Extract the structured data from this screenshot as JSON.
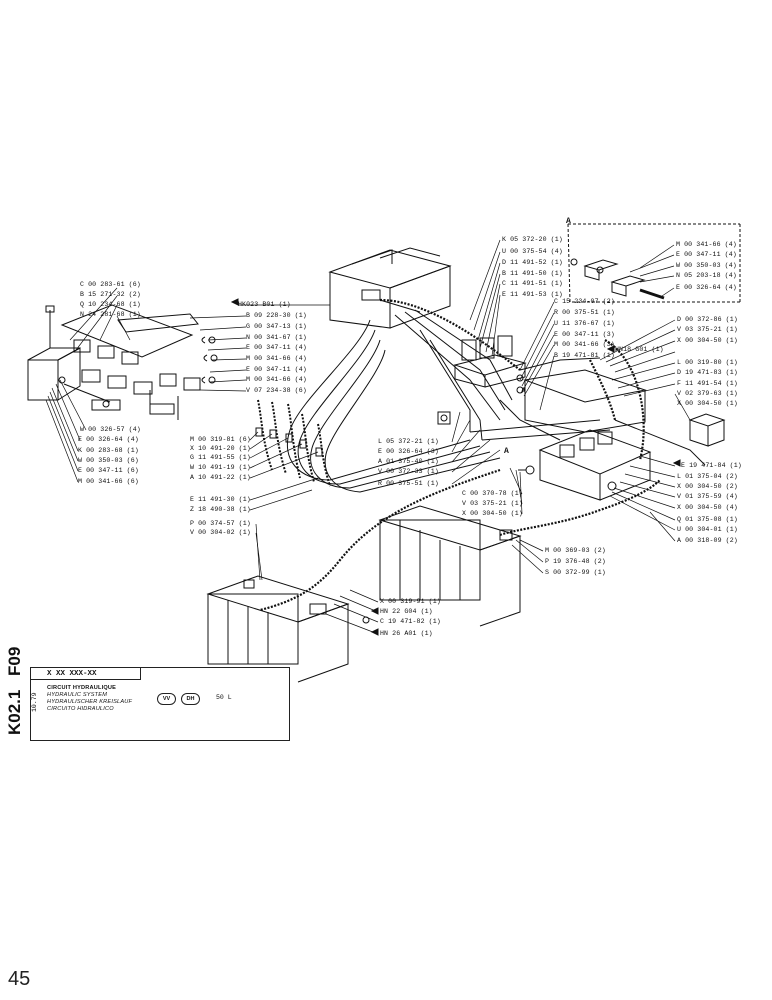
{
  "page_number": "45",
  "sheet": {
    "group": "F09",
    "sheet": "K02.1",
    "date": "10.79"
  },
  "title_block": {
    "code": "X XX XXX-XX",
    "title_fr": "CIRCUIT HYDRAULIQUE",
    "title_en": "HYDRAULIC SYSTEM",
    "title_de": "HYDRAULISCHER KREISLAUF",
    "title_it": "CIRCUITO HIDRAULICO",
    "badge_1": "VV",
    "badge_2": "DH",
    "unit": "50 L"
  },
  "section_marker": "A",
  "pointer_a": "A",
  "valve_mark": "A",
  "labels": {
    "left_group": [
      "C 00 283-61 (6)",
      "B 15 271-32 (2)",
      "Q 10 234-68 (1)",
      "N 24 281-68 (1)"
    ],
    "left_lower": [
      "W 00 326-57 (4)",
      "E 00 326-64 (4)",
      "K 00 283-68 (1)",
      "W 00 350-03 (6)",
      "E 00 347-11 (6)",
      "M 00 341-66 (6)"
    ],
    "center_top": [
      "HK023 B01 (1)",
      "B 09 228-30 (1)",
      "G 00 347-13 (1)",
      "N 00 341-67 (1)",
      "E 00 347-11 (4)",
      "M 00 341-66 (4)",
      "E 00 347-11 (4)",
      "M 00 341-66 (4)",
      "V 07 234-38 (6)"
    ],
    "center_hoses": [
      "M 00 319-81 (6)",
      "X 10 491-20 (1)",
      "G 11 491-55 (1)",
      "W 10 491-19 (1)",
      "A 10 491-22 (1)"
    ],
    "center_lower": [
      "E 11 491-30 (1)",
      "Z 18 490-38 (1)",
      "P 00 374-57 (1)",
      "V 00 304-02 (1)"
    ],
    "valve_top": [
      "K 05 372-20 (1)",
      "U 00 375-54 (4)",
      "D 11 491-52 (1)",
      "B 11 491-50 (1)",
      "C 11 491-51 (1)",
      "E 11 491-53 (1)"
    ],
    "valve_mid": [
      "C 15 234-07 (2)",
      "R 00 375-51 (1)",
      "U 11 376-67 (1)",
      "E 00 347-11 (3)",
      "M 00 341-66 (3)",
      "B 19 471-81 (1)"
    ],
    "valve_left": [
      "L 05 372-21 (1)",
      "E 00 326-64 (3)",
      "A 01 375-40 (1)",
      "V 00 372-33 (1)",
      "R 00 375-51 (1)"
    ],
    "valve_bottom": [
      "C 00 370-78 (1)",
      "V 03 375-21 (1)",
      "X 00 304-50 (1)"
    ],
    "top_right_box": [
      "M 00 341-66 (4)",
      "E 00 347-11 (4)",
      "W 00 350-03 (4)",
      "N 05 203-18 (4)",
      "E 00 326-64 (4)"
    ],
    "right_group": [
      "D 00 372-86 (1)",
      "V 03 375-21 (1)",
      "X 00 304-50 (1)",
      "HN18 G01 (1)",
      "L 00 319-80 (1)",
      "D 19 471-83 (1)",
      "F 11 491-54 (1)",
      "V 02 379-63 (1)",
      "X 00 304-50 (1)"
    ],
    "right_lower": [
      "E 19 471-84 (1)",
      "L 01 375-04 (2)",
      "X 00 304-50 (2)",
      "V 01 375-59 (4)",
      "X 00 304-50 (4)",
      "Q 01 375-08 (1)",
      "U 00 304-01 (1)",
      "A 00 318-09 (2)"
    ],
    "tank_right": [
      "M 00 369-03 (2)",
      "P 19 376-48 (2)",
      "S 00 372-99 (1)"
    ],
    "tank_bottom": [
      "X 00 319-91 (1)",
      "HN 22 G04 (1)",
      "C 19 471-82 (1)",
      "HN 26 A01 (1)"
    ]
  },
  "colors": {
    "ink": "#111111",
    "paper": "#ffffff"
  },
  "icons": [
    "pointer-arrow-icon",
    "pointer-circle-icon"
  ]
}
